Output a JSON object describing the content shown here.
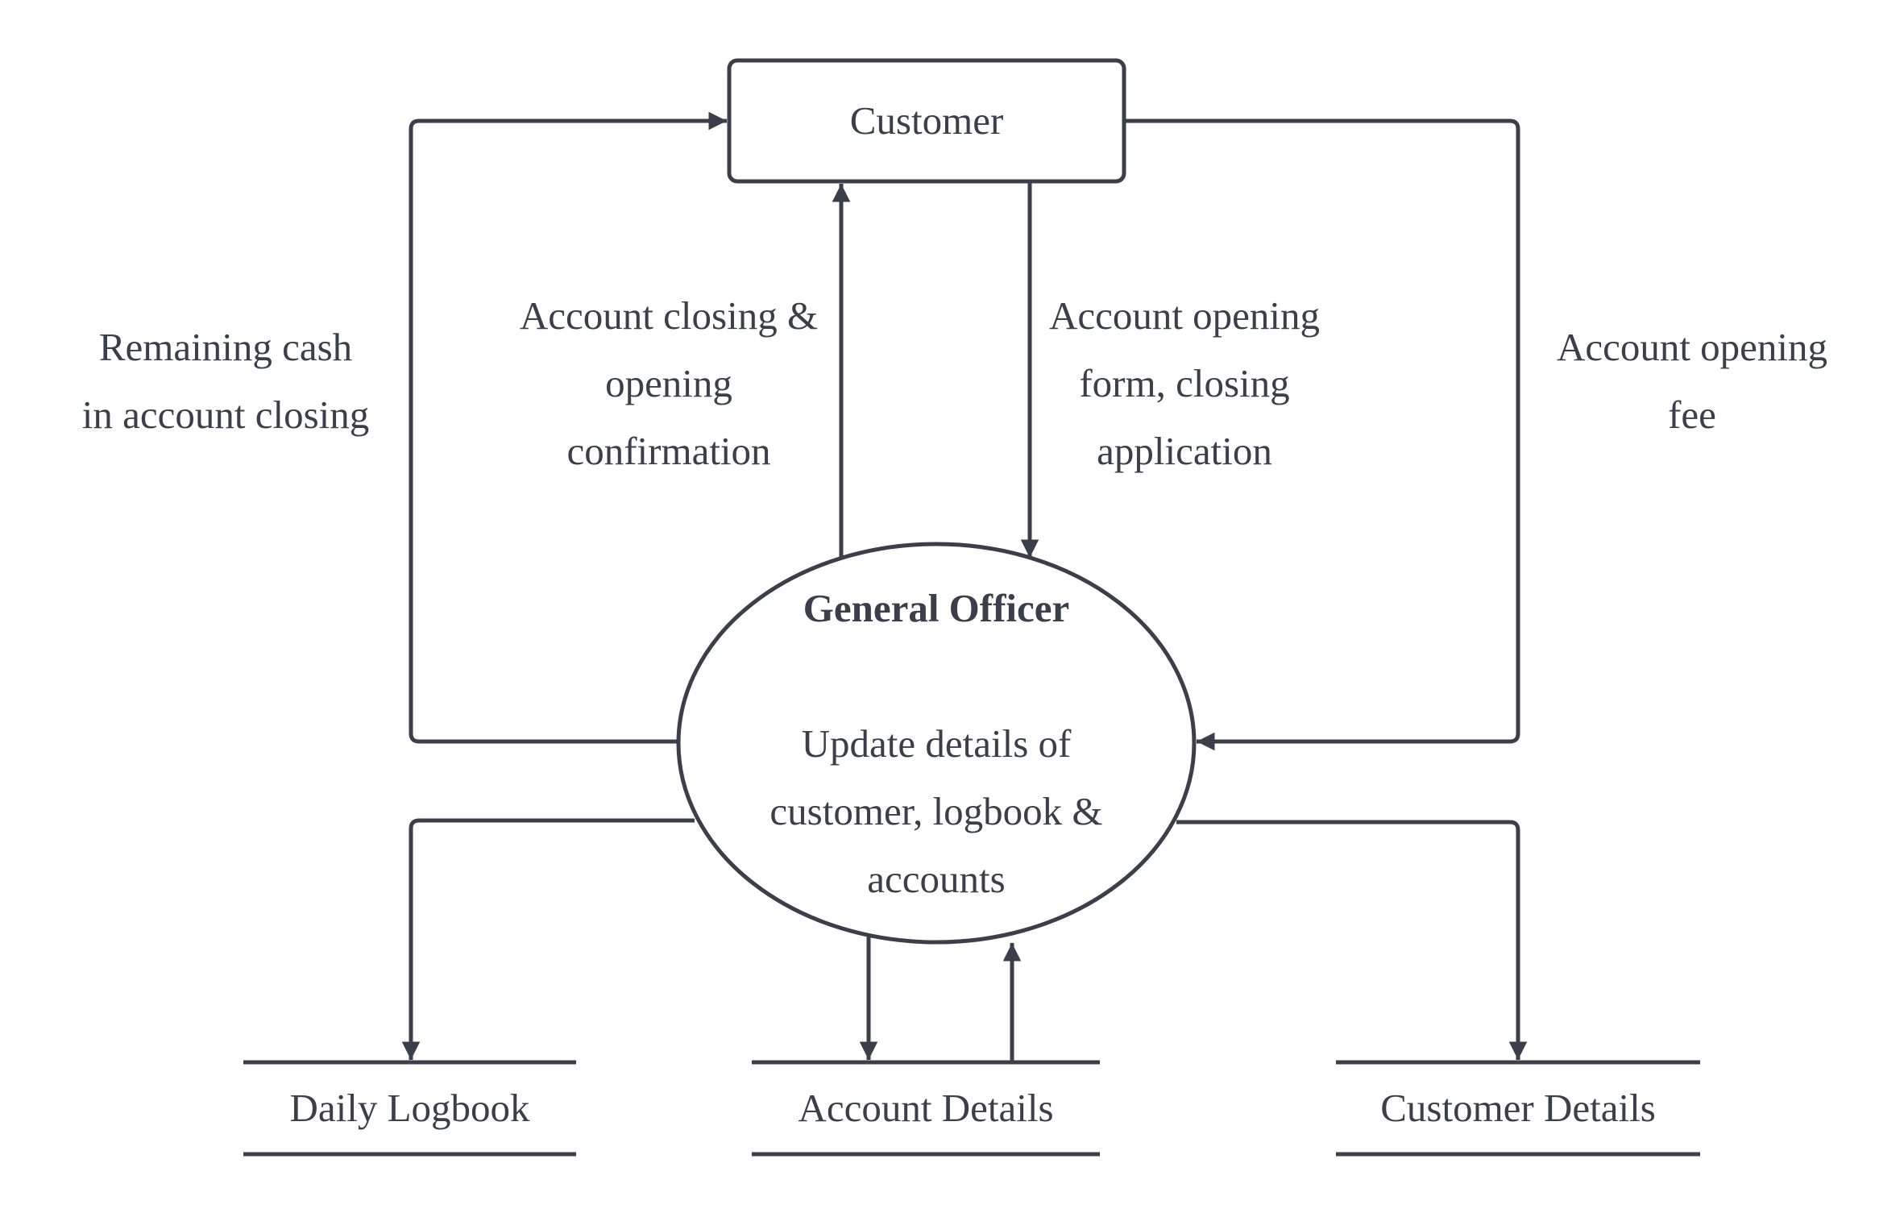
{
  "colors": {
    "stroke": "#3b3f4a",
    "background": "#ffffff"
  },
  "entities": {
    "customer": "Customer"
  },
  "process": {
    "title": "General Officer",
    "description": "Update details of\ncustomer, logbook &\naccounts"
  },
  "flows": {
    "remaining_cash": "Remaining cash\nin account closing",
    "confirmation": "Account closing &\nopening\nconfirmation",
    "opening_form": "Account opening\nform, closing\napplication",
    "opening_fee": "Account opening\nfee"
  },
  "data_stores": {
    "daily_logbook": "Daily Logbook",
    "account_details": "Account Details",
    "customer_details": "Customer Details"
  }
}
